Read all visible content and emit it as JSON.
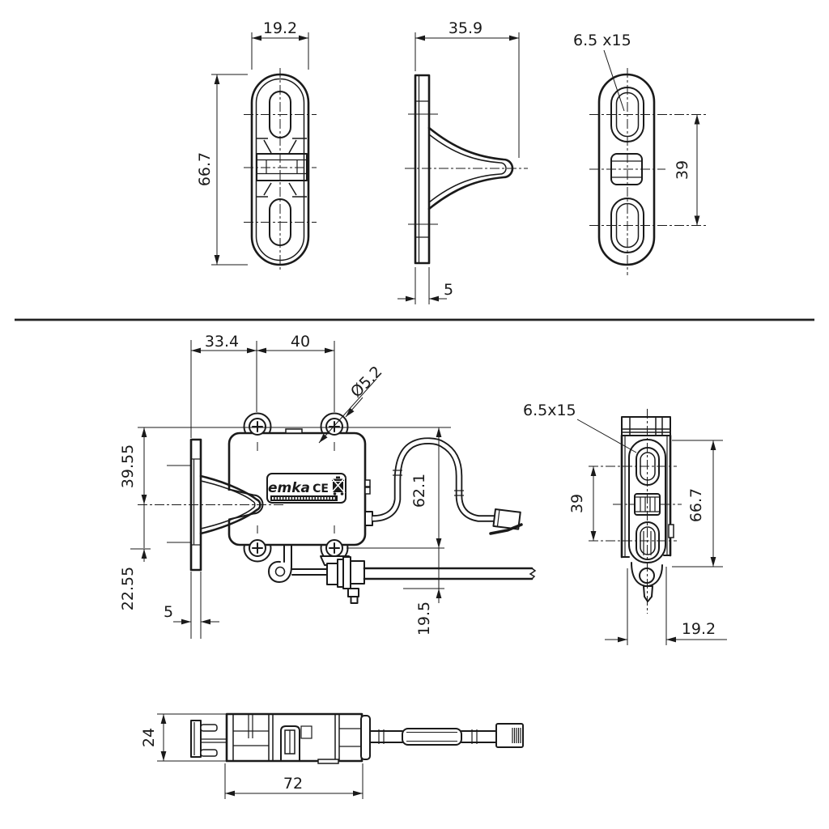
{
  "colors": {
    "ink": "#1a1a1a",
    "background": "#ffffff"
  },
  "top_section": {
    "front_view": {
      "width": "19.2",
      "height": "66.7"
    },
    "side_view": {
      "depth": "35.9",
      "thickness": "5"
    },
    "plan_view": {
      "slot_size": "6.5 x15",
      "slot_pitch": "39"
    }
  },
  "bottom_section": {
    "assembly_view": {
      "keeper_offset": "33.4",
      "hole_pitch": "40",
      "hole_diameter": "Ø5.2",
      "upper_height": "39.55",
      "lower_height": "22.55",
      "plate_thickness": "5",
      "cable_loop_height": "62.1",
      "rod_offset": "19.5",
      "label": {
        "brand": "emka",
        "ce_mark": "CE"
      }
    },
    "side_view": {
      "slot_size": "6.5x15",
      "slot_pitch": "39",
      "height": "66.7",
      "width": "19.2"
    },
    "bottom_view": {
      "body_height": "24",
      "body_length": "72"
    }
  }
}
